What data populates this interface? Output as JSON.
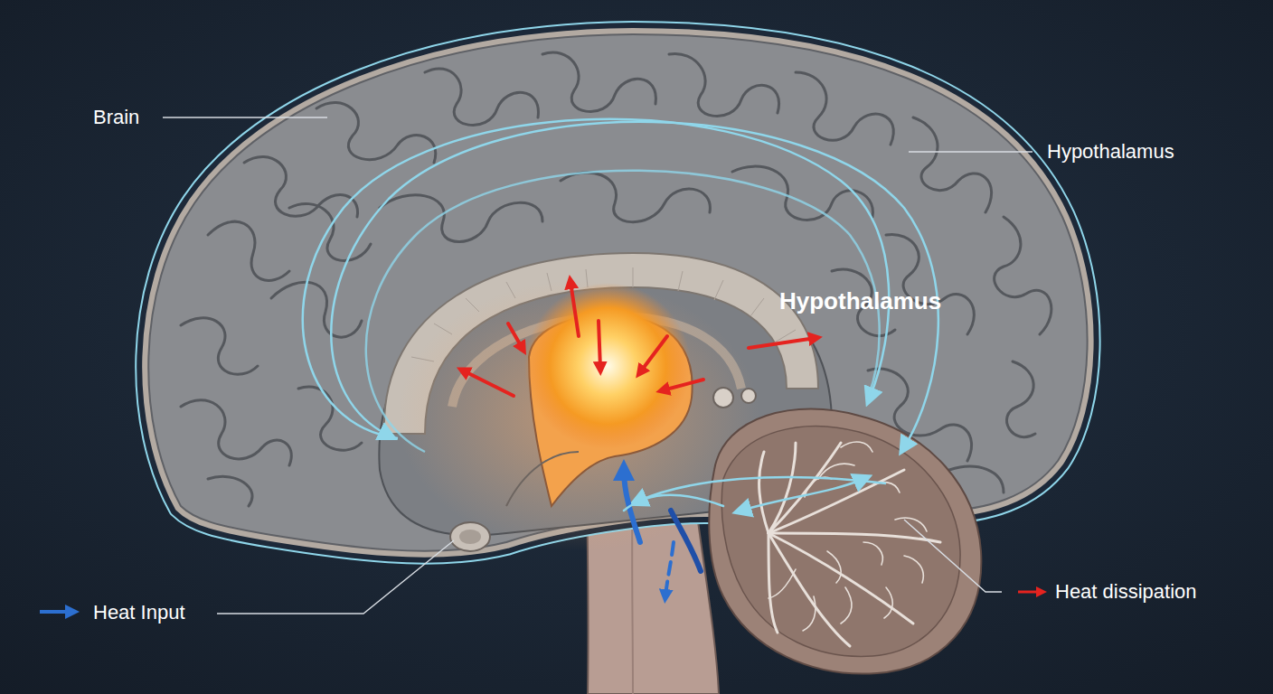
{
  "diagram": {
    "labels": [
      "Brain",
      "Hypothalamus",
      "Hypothalamus"
    ],
    "legend": [
      {
        "text": "Heat Input"
      },
      {
        "text": "Heat dissipation"
      }
    ]
  }
}
